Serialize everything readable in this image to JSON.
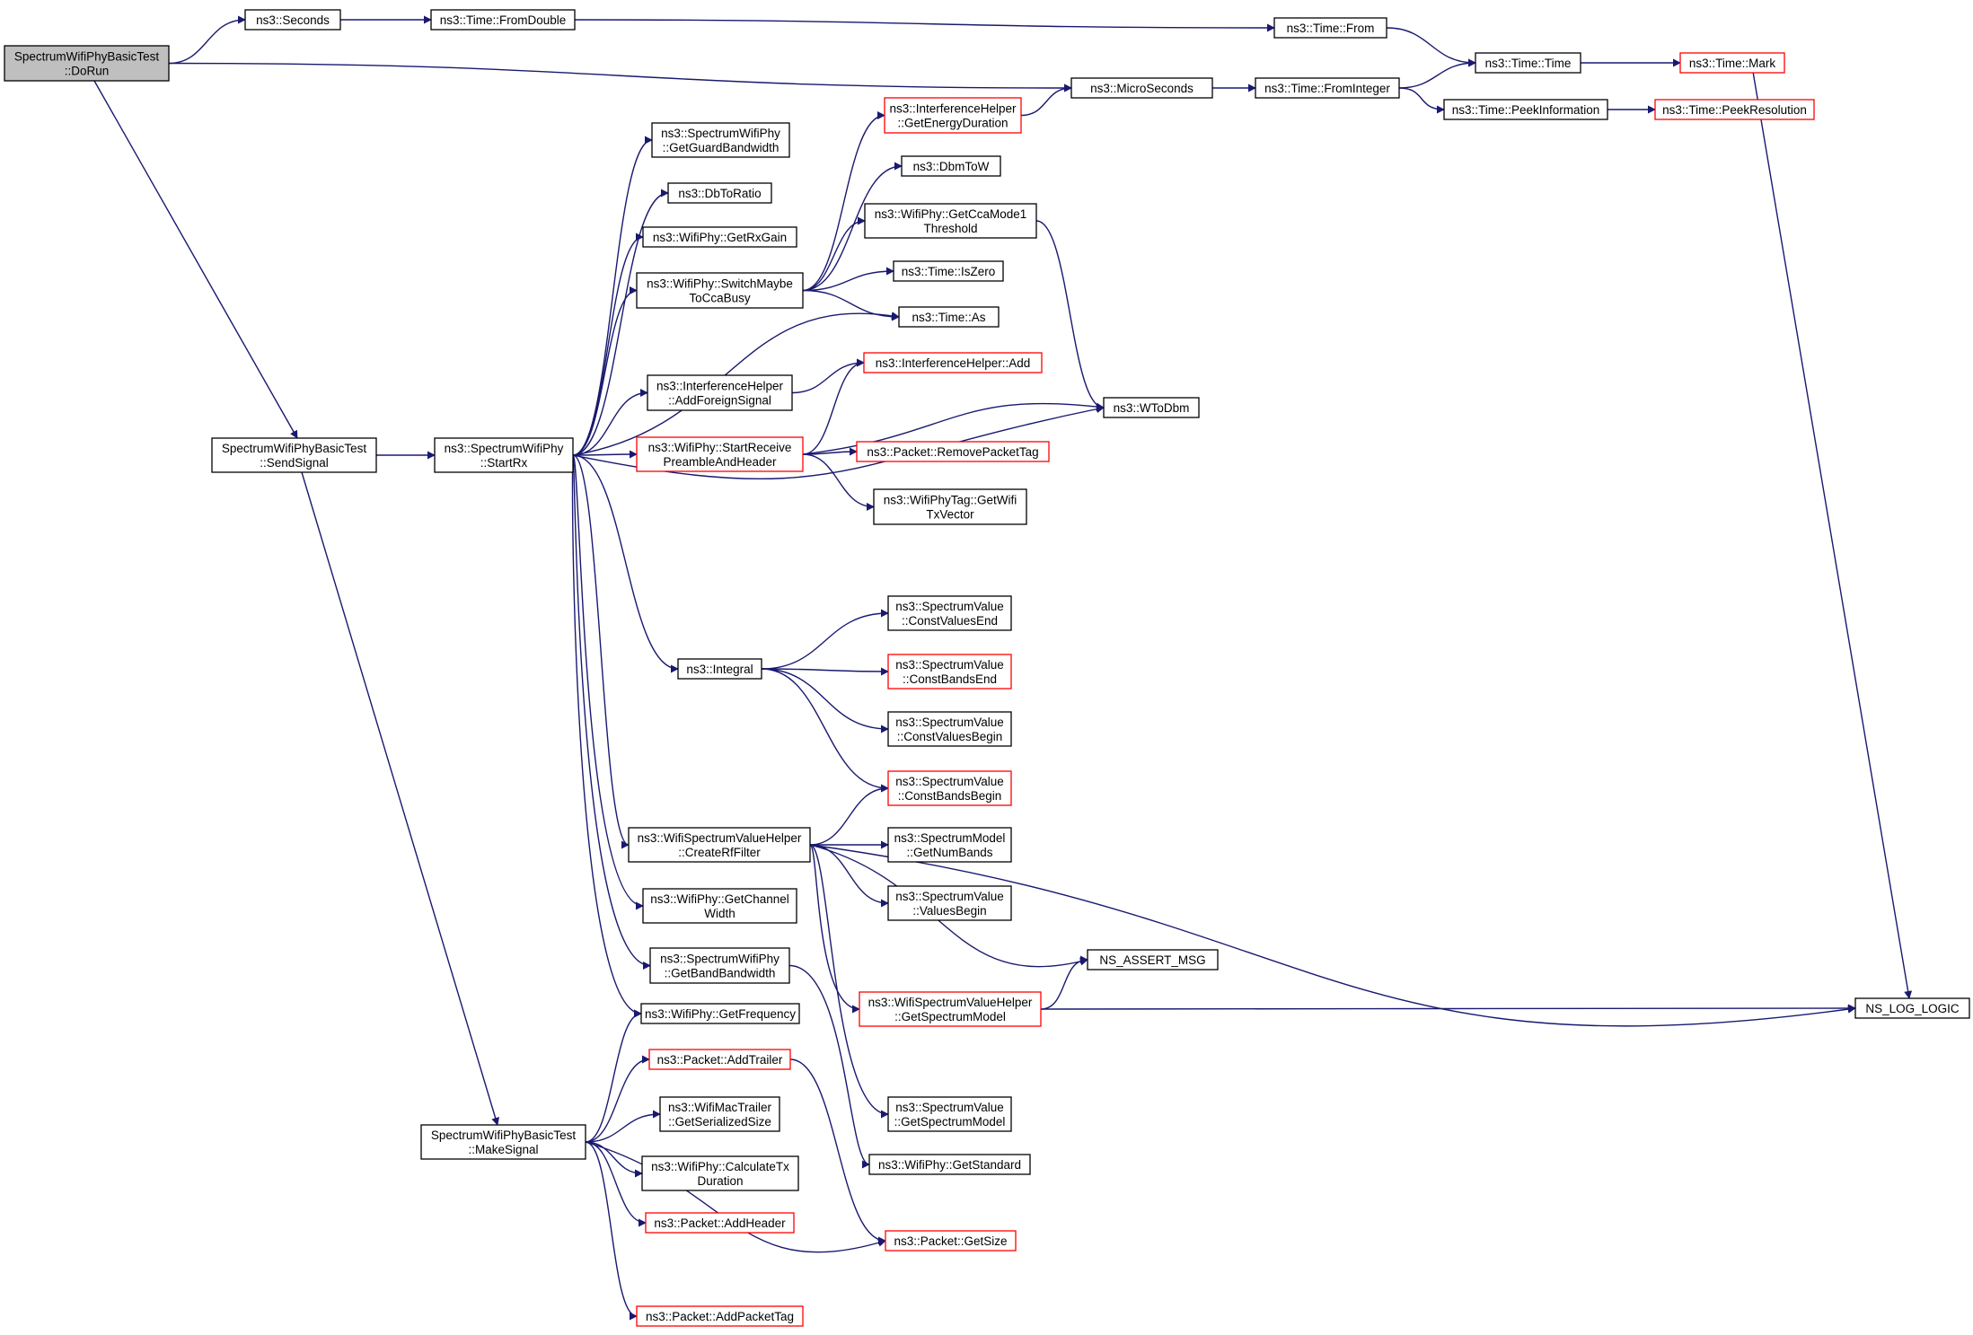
{
  "diagram": {
    "type": "call-graph",
    "colors": {
      "edge": "#191970",
      "node_border_default": "#000000",
      "node_border_truncated": "#ff0000",
      "root_fill": "#bfbfbf",
      "node_fill": "#ffffff"
    },
    "nodes": [
      {
        "id": "dorun",
        "lines": [
          "SpectrumWifiPhyBasicTest",
          "::DoRun"
        ],
        "style": "root"
      },
      {
        "id": "seconds",
        "lines": [
          "ns3::Seconds"
        ],
        "style": "normal"
      },
      {
        "id": "fromdouble",
        "lines": [
          "ns3::Time::FromDouble"
        ],
        "style": "normal"
      },
      {
        "id": "from",
        "lines": [
          "ns3::Time::From"
        ],
        "style": "normal"
      },
      {
        "id": "time",
        "lines": [
          "ns3::Time::Time"
        ],
        "style": "normal"
      },
      {
        "id": "mark",
        "lines": [
          "ns3::Time::Mark"
        ],
        "style": "red"
      },
      {
        "id": "microseconds",
        "lines": [
          "ns3::MicroSeconds"
        ],
        "style": "normal"
      },
      {
        "id": "frominteger",
        "lines": [
          "ns3::Time::FromInteger"
        ],
        "style": "normal"
      },
      {
        "id": "peekinfo",
        "lines": [
          "ns3::Time::PeekInformation"
        ],
        "style": "normal"
      },
      {
        "id": "peekres",
        "lines": [
          "ns3::Time::PeekResolution"
        ],
        "style": "red"
      },
      {
        "id": "getenergy",
        "lines": [
          "ns3::InterferenceHelper",
          "::GetEnergyDuration"
        ],
        "style": "red"
      },
      {
        "id": "dbmtow",
        "lines": [
          "ns3::DbmToW"
        ],
        "style": "normal"
      },
      {
        "id": "getcca",
        "lines": [
          "ns3::WifiPhy::GetCcaMode1",
          "Threshold"
        ],
        "style": "normal"
      },
      {
        "id": "iszero",
        "lines": [
          "ns3::Time::IsZero"
        ],
        "style": "normal"
      },
      {
        "id": "timeas",
        "lines": [
          "ns3::Time::As"
        ],
        "style": "normal"
      },
      {
        "id": "ihadd",
        "lines": [
          "ns3::InterferenceHelper::Add"
        ],
        "style": "red"
      },
      {
        "id": "wtodbm",
        "lines": [
          "ns3::WToDbm"
        ],
        "style": "normal"
      },
      {
        "id": "removetag",
        "lines": [
          "ns3::Packet::RemovePacketTag"
        ],
        "style": "red"
      },
      {
        "id": "gettxvec",
        "lines": [
          "ns3::WifiPhyTag::GetWifi",
          "TxVector"
        ],
        "style": "normal"
      },
      {
        "id": "guardbw",
        "lines": [
          "ns3::SpectrumWifiPhy",
          "::GetGuardBandwidth"
        ],
        "style": "normal"
      },
      {
        "id": "dbtoratio",
        "lines": [
          "ns3::DbToRatio"
        ],
        "style": "normal"
      },
      {
        "id": "getrxgain",
        "lines": [
          "ns3::WifiPhy::GetRxGain"
        ],
        "style": "normal"
      },
      {
        "id": "switchmaybe",
        "lines": [
          "ns3::WifiPhy::SwitchMaybe",
          "ToCcaBusy"
        ],
        "style": "normal"
      },
      {
        "id": "addforeign",
        "lines": [
          "ns3::InterferenceHelper",
          "::AddForeignSignal"
        ],
        "style": "normal"
      },
      {
        "id": "startreceive",
        "lines": [
          "ns3::WifiPhy::StartReceive",
          "PreambleAndHeader"
        ],
        "style": "red"
      },
      {
        "id": "sendsignal",
        "lines": [
          "SpectrumWifiPhyBasicTest",
          "::SendSignal"
        ],
        "style": "normal"
      },
      {
        "id": "startrx",
        "lines": [
          "ns3::SpectrumWifiPhy",
          "::StartRx"
        ],
        "style": "normal"
      },
      {
        "id": "constvalend",
        "lines": [
          "ns3::SpectrumValue",
          "::ConstValuesEnd"
        ],
        "style": "normal"
      },
      {
        "id": "constbandend",
        "lines": [
          "ns3::SpectrumValue",
          "::ConstBandsEnd"
        ],
        "style": "red"
      },
      {
        "id": "integral",
        "lines": [
          "ns3::Integral"
        ],
        "style": "normal"
      },
      {
        "id": "constvalbegin",
        "lines": [
          "ns3::SpectrumValue",
          "::ConstValuesBegin"
        ],
        "style": "normal"
      },
      {
        "id": "constbandbegin",
        "lines": [
          "ns3::SpectrumValue",
          "::ConstBandsBegin"
        ],
        "style": "red"
      },
      {
        "id": "createrf",
        "lines": [
          "ns3::WifiSpectrumValueHelper",
          "::CreateRfFilter"
        ],
        "style": "normal"
      },
      {
        "id": "getnumbands",
        "lines": [
          "ns3::SpectrumModel",
          "::GetNumBands"
        ],
        "style": "normal"
      },
      {
        "id": "valuesbegin",
        "lines": [
          "ns3::SpectrumValue",
          "::ValuesBegin"
        ],
        "style": "normal"
      },
      {
        "id": "getchwidth",
        "lines": [
          "ns3::WifiPhy::GetChannel",
          "Width"
        ],
        "style": "normal"
      },
      {
        "id": "assertmsg",
        "lines": [
          "NS_ASSERT_MSG"
        ],
        "style": "normal"
      },
      {
        "id": "getbandbw",
        "lines": [
          "ns3::SpectrumWifiPhy",
          "::GetBandBandwidth"
        ],
        "style": "normal"
      },
      {
        "id": "wsvhgetmodel",
        "lines": [
          "ns3::WifiSpectrumValueHelper",
          "::GetSpectrumModel"
        ],
        "style": "red"
      },
      {
        "id": "loglogic",
        "lines": [
          "NS_LOG_LOGIC"
        ],
        "style": "normal"
      },
      {
        "id": "getfreq",
        "lines": [
          "ns3::WifiPhy::GetFrequency"
        ],
        "style": "normal"
      },
      {
        "id": "addtrailer",
        "lines": [
          "ns3::Packet::AddTrailer"
        ],
        "style": "red"
      },
      {
        "id": "svgetmodel",
        "lines": [
          "ns3::SpectrumValue",
          "::GetSpectrumModel"
        ],
        "style": "normal"
      },
      {
        "id": "mactrailer",
        "lines": [
          "ns3::WifiMacTrailer",
          "::GetSerializedSize"
        ],
        "style": "normal"
      },
      {
        "id": "makesignal",
        "lines": [
          "SpectrumWifiPhyBasicTest",
          "::MakeSignal"
        ],
        "style": "normal"
      },
      {
        "id": "calctx",
        "lines": [
          "ns3::WifiPhy::CalculateTx",
          "Duration"
        ],
        "style": "normal"
      },
      {
        "id": "getstandard",
        "lines": [
          "ns3::WifiPhy::GetStandard"
        ],
        "style": "normal"
      },
      {
        "id": "addheader",
        "lines": [
          "ns3::Packet::AddHeader"
        ],
        "style": "red"
      },
      {
        "id": "getsize",
        "lines": [
          "ns3::Packet::GetSize"
        ],
        "style": "red"
      },
      {
        "id": "addpackettag",
        "lines": [
          "ns3::Packet::AddPacketTag"
        ],
        "style": "red"
      }
    ],
    "edges": [
      [
        "dorun",
        "seconds"
      ],
      [
        "dorun",
        "microseconds"
      ],
      [
        "dorun",
        "sendsignal"
      ],
      [
        "seconds",
        "fromdouble"
      ],
      [
        "fromdouble",
        "from"
      ],
      [
        "from",
        "time"
      ],
      [
        "time",
        "mark"
      ],
      [
        "mark",
        "loglogic"
      ],
      [
        "microseconds",
        "frominteger"
      ],
      [
        "frominteger",
        "time"
      ],
      [
        "frominteger",
        "peekinfo"
      ],
      [
        "peekinfo",
        "peekres"
      ],
      [
        "getenergy",
        "microseconds"
      ],
      [
        "switchmaybe",
        "getenergy"
      ],
      [
        "switchmaybe",
        "dbmtow"
      ],
      [
        "switchmaybe",
        "getcca"
      ],
      [
        "switchmaybe",
        "iszero"
      ],
      [
        "switchmaybe",
        "timeas"
      ],
      [
        "getcca",
        "wtodbm"
      ],
      [
        "addforeign",
        "ihadd"
      ],
      [
        "startreceive",
        "ihadd"
      ],
      [
        "startreceive",
        "wtodbm"
      ],
      [
        "startreceive",
        "removetag"
      ],
      [
        "startreceive",
        "gettxvec"
      ],
      [
        "sendsignal",
        "startrx"
      ],
      [
        "sendsignal",
        "makesignal"
      ],
      [
        "startrx",
        "guardbw"
      ],
      [
        "startrx",
        "dbtoratio"
      ],
      [
        "startrx",
        "getrxgain"
      ],
      [
        "startrx",
        "switchmaybe"
      ],
      [
        "startrx",
        "timeas"
      ],
      [
        "startrx",
        "addforeign"
      ],
      [
        "startrx",
        "startreceive"
      ],
      [
        "startrx",
        "wtodbm"
      ],
      [
        "startrx",
        "integral"
      ],
      [
        "startrx",
        "createrf"
      ],
      [
        "startrx",
        "getchwidth"
      ],
      [
        "startrx",
        "getbandbw"
      ],
      [
        "startrx",
        "getfreq"
      ],
      [
        "integral",
        "constvalend"
      ],
      [
        "integral",
        "constbandend"
      ],
      [
        "integral",
        "constvalbegin"
      ],
      [
        "integral",
        "constbandbegin"
      ],
      [
        "createrf",
        "constbandbegin"
      ],
      [
        "createrf",
        "getnumbands"
      ],
      [
        "createrf",
        "valuesbegin"
      ],
      [
        "createrf",
        "assertmsg"
      ],
      [
        "createrf",
        "wsvhgetmodel"
      ],
      [
        "createrf",
        "loglogic"
      ],
      [
        "createrf",
        "svgetmodel"
      ],
      [
        "wsvhgetmodel",
        "assertmsg"
      ],
      [
        "wsvhgetmodel",
        "loglogic"
      ],
      [
        "getbandbw",
        "getstandard"
      ],
      [
        "addtrailer",
        "getsize"
      ],
      [
        "makesignal",
        "getfreq"
      ],
      [
        "makesignal",
        "addtrailer"
      ],
      [
        "makesignal",
        "mactrailer"
      ],
      [
        "makesignal",
        "calctx"
      ],
      [
        "makesignal",
        "addheader"
      ],
      [
        "makesignal",
        "getsize"
      ],
      [
        "makesignal",
        "addpackettag"
      ]
    ]
  }
}
